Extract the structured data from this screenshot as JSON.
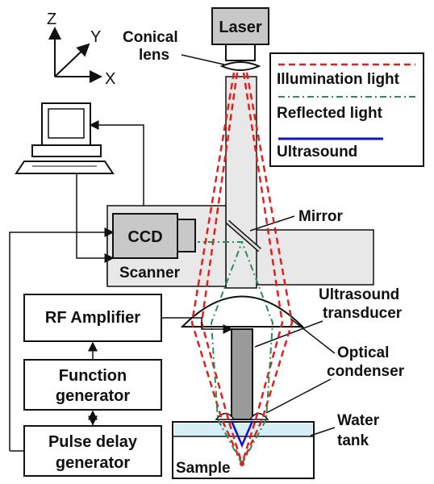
{
  "axes": {
    "z": "Z",
    "y": "Y",
    "x": "X"
  },
  "components": {
    "laser": "Laser",
    "conical_lens_line1": "Conical",
    "conical_lens_line2": "lens",
    "ccd": "CCD",
    "scanner": "Scanner",
    "mirror": "Mirror",
    "ultrasound_transducer_line1": "Ultrasound",
    "ultrasound_transducer_line2": "transducer",
    "optical_condenser_line1": "Optical",
    "optical_condenser_line2": "condenser",
    "water_tank_line1": "Water",
    "water_tank_line2": "tank",
    "sample": "Sample",
    "rf_amplifier": "RF Amplifier",
    "function_generator_line1": "Function",
    "function_generator_line2": "generator",
    "pulse_delay_generator_line1": "Pulse delay",
    "pulse_delay_generator_line2": "generator"
  },
  "legend": {
    "illumination": "Illumination light",
    "reflected": "Reflected light",
    "ultrasound": "Ultrasound"
  },
  "colors": {
    "illumination": "#e0201c",
    "reflected": "#2e8b57",
    "ultrasound": "#1010cc",
    "gray_box": "#c8c8c8",
    "dark_gray": "#9a9a9a",
    "water": "#d6eef5"
  }
}
